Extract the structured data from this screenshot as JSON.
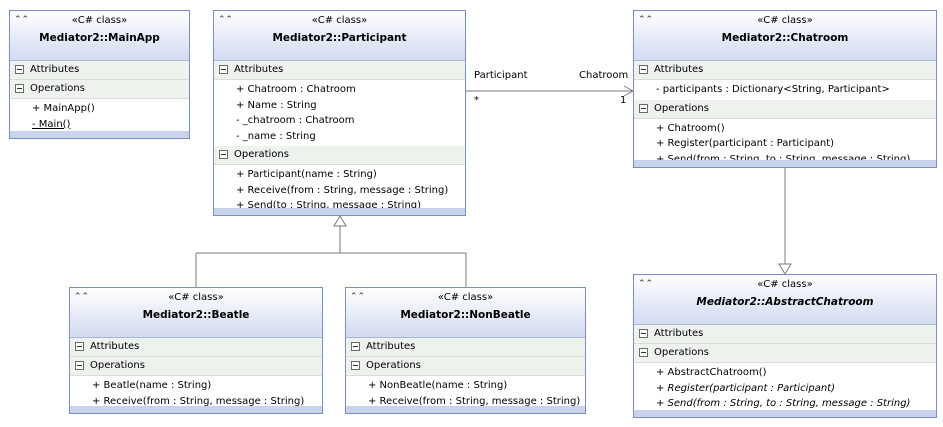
{
  "classes": {
    "mainapp": {
      "stereotype": "«C# class»",
      "name": "Mediator2::MainApp",
      "attributes_label": "Attributes",
      "operations_label": "Operations",
      "attributes": [],
      "operations": [
        "+ MainApp()",
        "- Main()"
      ]
    },
    "participant": {
      "stereotype": "«C# class»",
      "name": "Mediator2::Participant",
      "attributes_label": "Attributes",
      "operations_label": "Operations",
      "attributes": [
        "+ Chatroom : Chatroom",
        "+ Name : String",
        "- _chatroom : Chatroom",
        "- _name : String"
      ],
      "operations": [
        "+ Participant(name : String)",
        "+ Receive(from : String, message : String)",
        "+ Send(to : String, message : String)"
      ]
    },
    "chatroom": {
      "stereotype": "«C# class»",
      "name": "Mediator2::Chatroom",
      "attributes_label": "Attributes",
      "operations_label": "Operations",
      "attributes": [
        "-   participants : Dictionary<String, Participant>"
      ],
      "operations": [
        "+ Chatroom()",
        "+ Register(participant : Participant)",
        "+ Send(from : String, to : String, message : String)"
      ]
    },
    "beatle": {
      "stereotype": "«C# class»",
      "name": "Mediator2::Beatle",
      "attributes_label": "Attributes",
      "operations_label": "Operations",
      "attributes": [],
      "operations": [
        "+ Beatle(name : String)",
        "+ Receive(from : String, message : String)"
      ]
    },
    "nonbeatle": {
      "stereotype": "«C# class»",
      "name": "Mediator2::NonBeatle",
      "attributes_label": "Attributes",
      "operations_label": "Operations",
      "attributes": [],
      "operations": [
        "+ NonBeatle(name : String)",
        "+ Receive(from : String, message : String)"
      ]
    },
    "abstractchatroom": {
      "stereotype": "«C# class»",
      "name": "Mediator2::AbstractChatroom",
      "attributes_label": "Attributes",
      "operations_label": "Operations",
      "attributes": [],
      "operations": [
        "+ AbstractChatroom()",
        "+ Register(participant : Participant)",
        "+ Send(from : String, to : String, message : String)"
      ]
    }
  },
  "association": {
    "source_role": "Participant",
    "target_role": "Chatroom",
    "source_multiplicity": "*",
    "target_multiplicity": "1"
  }
}
